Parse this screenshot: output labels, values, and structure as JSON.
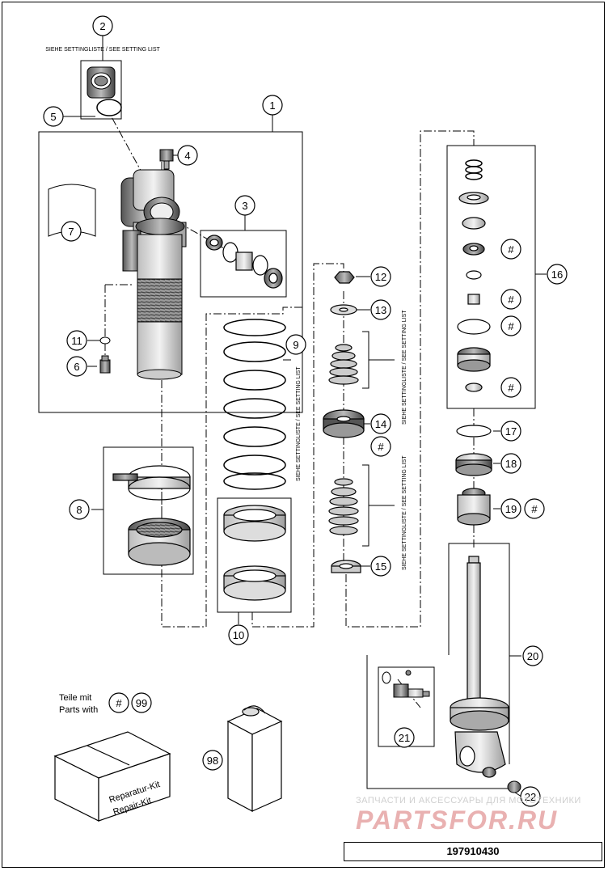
{
  "drawing_number": "197910430",
  "setting_note": "SIEHE SETTINGLISTE / SEE SETTING LIST",
  "parts_with_label": {
    "de": "Teile mit",
    "en": "Parts with"
  },
  "kit_label": {
    "line1": "Reparatur-Kit",
    "line2": "Repair-Kit"
  },
  "hash_symbol": "#",
  "callouts": {
    "c1": "1",
    "c2": "2",
    "c3": "3",
    "c4": "4",
    "c5": "5",
    "c6": "6",
    "c7": "7",
    "c8": "8",
    "c9": "9",
    "c10": "10",
    "c11": "11",
    "c12": "12",
    "c13": "13",
    "c14": "14",
    "c15": "15",
    "c16": "16",
    "c17": "17",
    "c18": "18",
    "c19": "19",
    "c20": "20",
    "c21": "21",
    "c22": "22",
    "c98": "98",
    "c99": "99"
  },
  "watermark": {
    "line1": "ЗАПЧАСТИ И АКСЕССУАРЫ ДЛЯ МОТОТЕХНИКИ",
    "line2": "PARTSFOR.RU"
  }
}
